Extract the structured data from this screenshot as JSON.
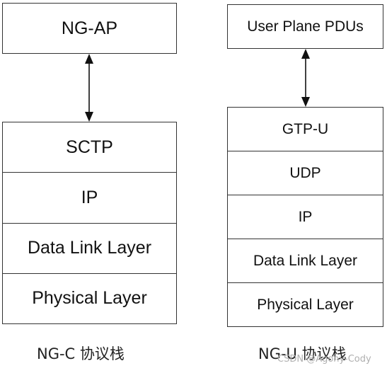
{
  "ngc_stack": {
    "top_layer": "NG-AP",
    "layers": [
      "SCTP",
      "IP",
      "Data Link Layer",
      "Physical Layer"
    ],
    "caption": "NG-C 协议栈"
  },
  "ngu_stack": {
    "top_layer": "User Plane PDUs",
    "layers": [
      "GTP-U",
      "UDP",
      "IP",
      "Data Link Layer",
      "Physical Layer"
    ],
    "caption": "NG-U 协议栈"
  },
  "watermark": "CSDN @Agony-Cody",
  "icons": {
    "arrow": "double-headed-arrow-icon"
  }
}
